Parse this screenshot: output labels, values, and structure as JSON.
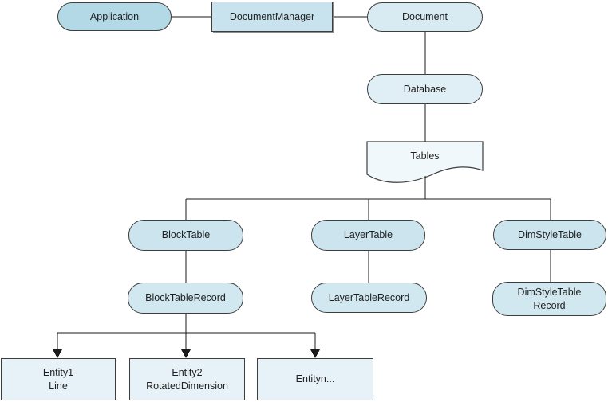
{
  "diagram": {
    "description": "Object hierarchy diagram: Application / DocumentManager / Document down to Database, Tables, symbol tables, records and entities",
    "colors": {
      "application_fill": "#b2d9e5",
      "document_manager_fill": "#c8e3ee",
      "document_fill": "#d8ebf2",
      "database_fill": "#e0eff5",
      "tables_fill": "#f1f8fb",
      "symbol_table_fill": "#cbe4ee",
      "record_fill": "#d2e8f0",
      "entity_fill": "#e6f2f8",
      "node_border": "#3d3d3d",
      "connector": "#1a1a1a",
      "background": "#ffffff"
    },
    "nodes": {
      "application": {
        "label": "Application"
      },
      "document_manager": {
        "label": "DocumentManager"
      },
      "document": {
        "label": "Document"
      },
      "database": {
        "label": "Database"
      },
      "tables": {
        "label": "Tables"
      },
      "block_table": {
        "label": "BlockTable"
      },
      "layer_table": {
        "label": "LayerTable"
      },
      "dim_style_table": {
        "label": "DimStyleTable"
      },
      "block_table_record": {
        "label": "BlockTableRecord"
      },
      "layer_table_record": {
        "label": "LayerTableRecord"
      },
      "dim_style_table_record": {
        "line1": "DimStyleTable",
        "line2": "Record"
      },
      "entity1": {
        "line1": "Entity1",
        "line2": "Line"
      },
      "entity2": {
        "line1": "Entity2",
        "line2": "RotatedDimension"
      },
      "entityn": {
        "line1": "Entityn..."
      }
    }
  }
}
